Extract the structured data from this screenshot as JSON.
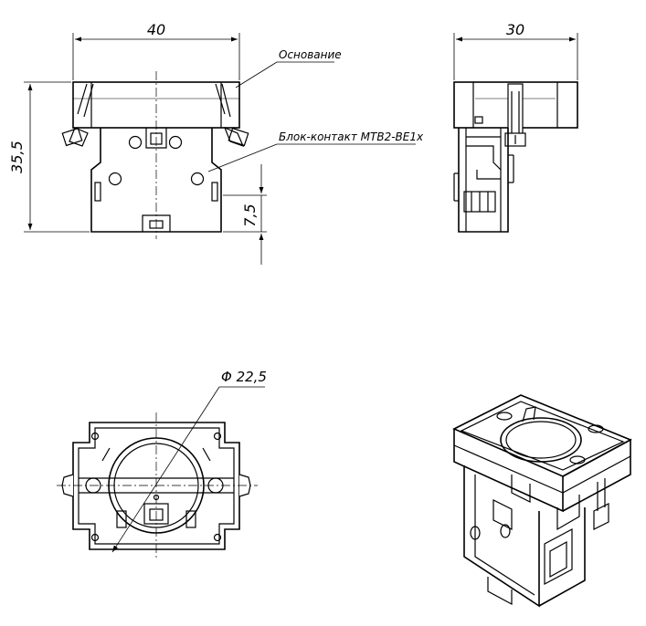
{
  "dimensions": {
    "front_width": "40",
    "side_width": "30",
    "height": "35,5",
    "offset": "7,5",
    "diameter": "Φ 22,5"
  },
  "callouts": {
    "base": "Основание",
    "contact_block": "Блок-контакт MTB2-BE1x"
  },
  "colors": {
    "line": "#000000",
    "background": "#ffffff"
  }
}
